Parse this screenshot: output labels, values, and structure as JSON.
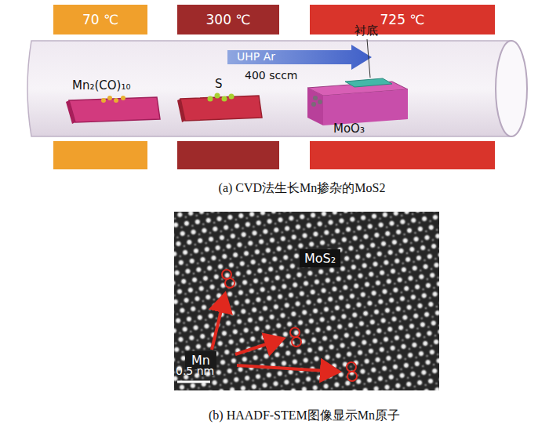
{
  "diagram": {
    "nodes": [
      {
        "text": [
          "70 ℃"
        ]
      },
      {
        "text": [
          "300 ℃"
        ]
      },
      {
        "text": [
          "725 ℃"
        ]
      },
      {
        "text": [
          "MoS₂"
        ]
      },
      {
        "text": [
          "Mn"
        ]
      }
    ],
    "labels": [
      "UHP Ar",
      "400 sccm",
      "Mn₂(CO)₁₀",
      "S",
      "衬底",
      "MoO₃",
      "(a) CVD法生长Mn掺杂的MoS2",
      "0.5 nm",
      "(b) HAADF-STEM图像显示Mn原子"
    ]
  }
}
